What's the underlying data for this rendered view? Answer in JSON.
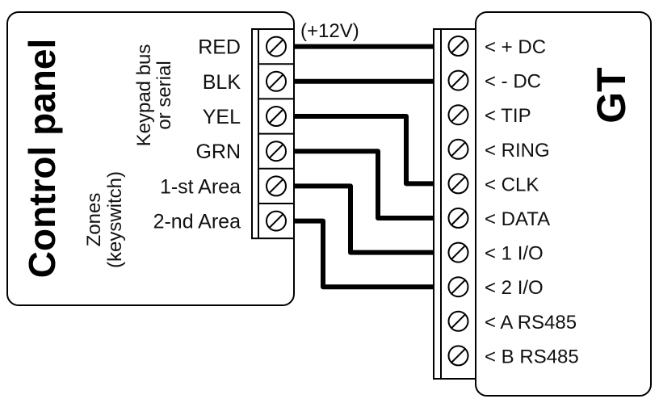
{
  "control_panel": {
    "title": "Control panel",
    "groups": [
      {
        "id": "keypad",
        "lines": [
          "Keypad bus",
          "or serial"
        ]
      },
      {
        "id": "zones",
        "lines": [
          "Zones",
          "(keyswitch)"
        ]
      }
    ],
    "terminals": [
      {
        "label": "RED"
      },
      {
        "label": "BLK"
      },
      {
        "label": "YEL"
      },
      {
        "label": "GRN"
      },
      {
        "label": "1-st Area"
      },
      {
        "label": "2-nd Area"
      }
    ]
  },
  "gt": {
    "title": "GT",
    "terminals": [
      {
        "label": "< + DC"
      },
      {
        "label": "< - DC"
      },
      {
        "label": "< TIP"
      },
      {
        "label": "< RING"
      },
      {
        "label": "< CLK"
      },
      {
        "label": "< DATA"
      },
      {
        "label": "< 1 I/O"
      },
      {
        "label": "< 2 I/O"
      },
      {
        "label": "< A RS485"
      },
      {
        "label": "< B RS485"
      }
    ]
  },
  "wires": [
    {
      "from": "RED",
      "to": "< + DC",
      "note": "(+12V)"
    },
    {
      "from": "BLK",
      "to": "< - DC"
    },
    {
      "from": "YEL",
      "to": "< CLK"
    },
    {
      "from": "GRN",
      "to": "< DATA"
    },
    {
      "from": "1-st Area",
      "to": "< 1 I/O"
    },
    {
      "from": "2-nd Area",
      "to": "< 2 I/O"
    }
  ],
  "colors": {
    "line": "#000000",
    "text": "#111111",
    "background": "#ffffff"
  }
}
